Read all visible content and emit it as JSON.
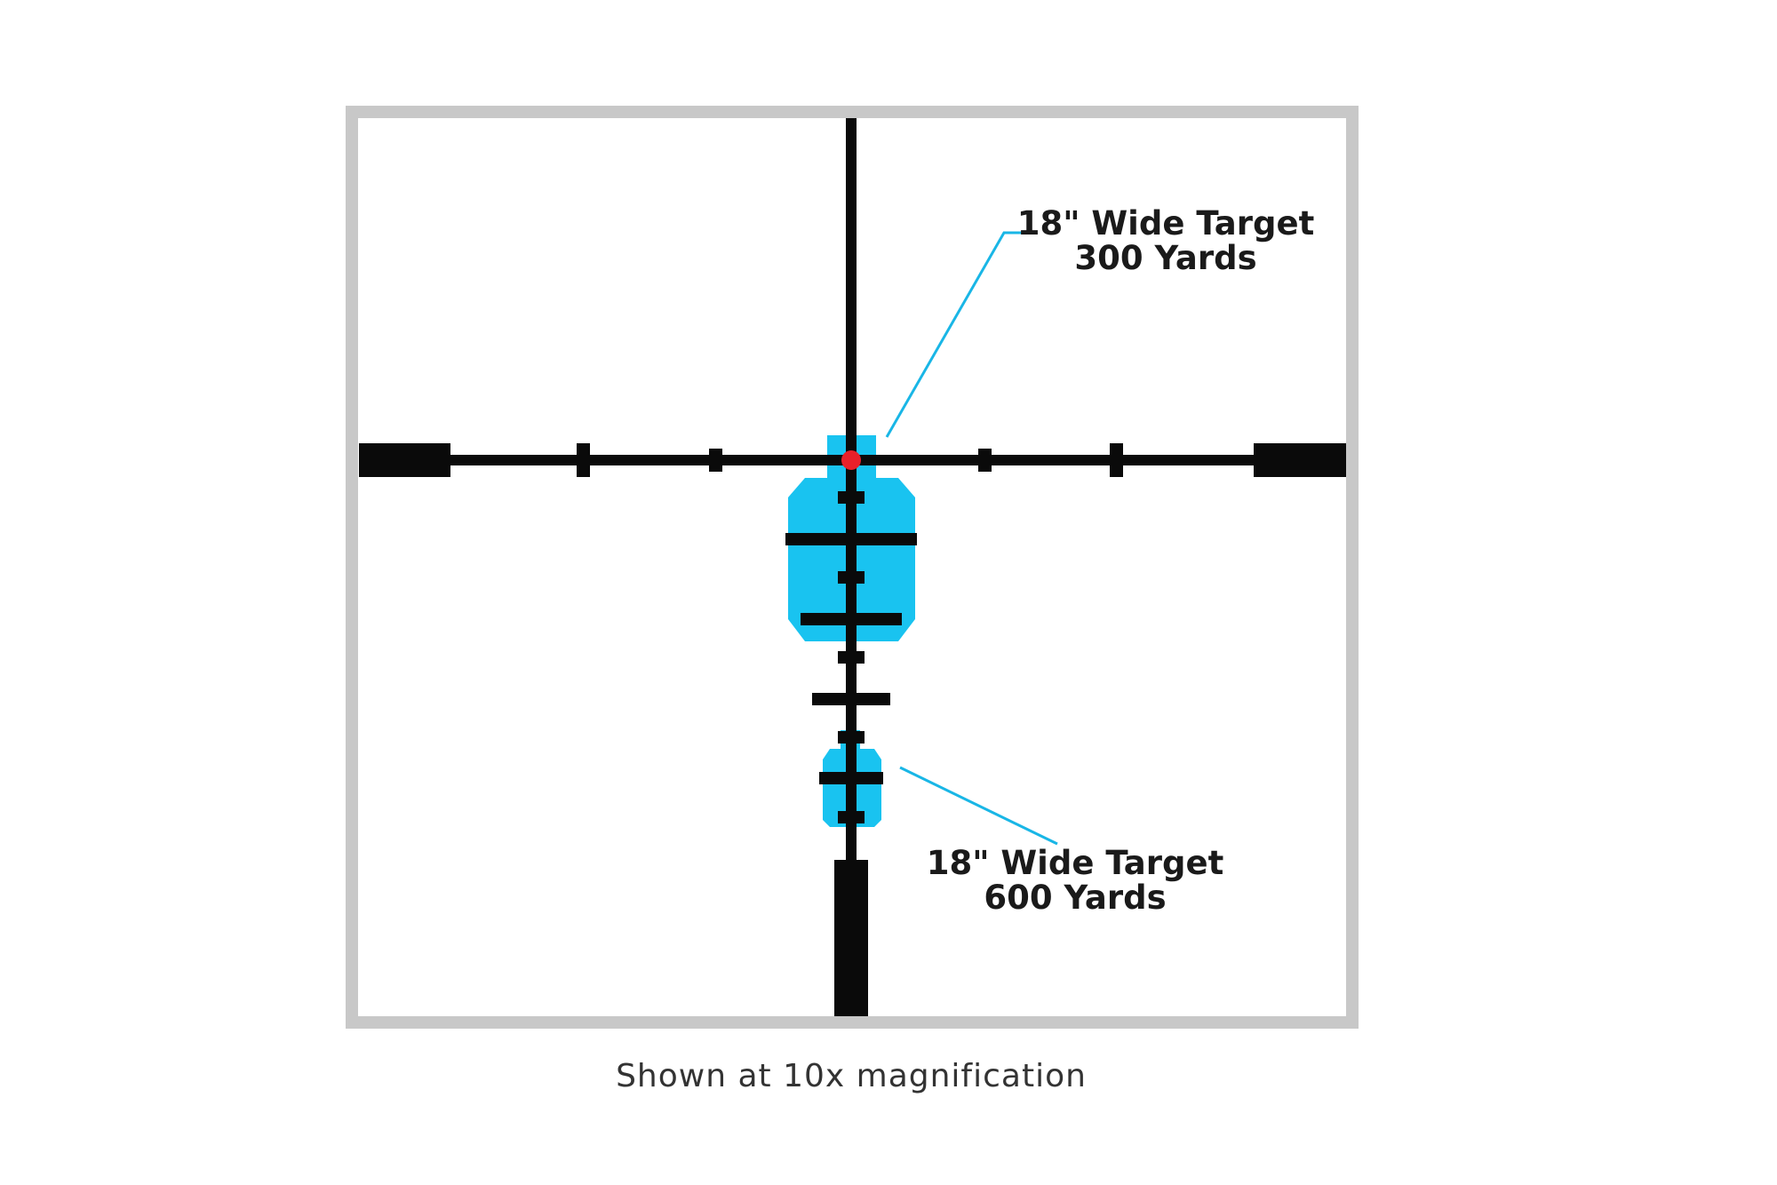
{
  "colors": {
    "frame": "#c8c8c8",
    "reticle": "#0a0a0a",
    "target": "#19c3f0",
    "callout_line": "#19b6e6",
    "center_dot": "#e8202a",
    "label_text": "#1a1a1a",
    "caption_text": "#333333"
  },
  "callouts": {
    "target_300": {
      "line1": "18\" Wide Target",
      "line2": "300 Yards"
    },
    "target_600": {
      "line1": "18\" Wide Target",
      "line2": "600 Yards"
    }
  },
  "caption": "Shown at 10x magnification",
  "icons": {
    "reticle": "crosshair-reticle-icon",
    "target": "silhouette-target-icon"
  }
}
